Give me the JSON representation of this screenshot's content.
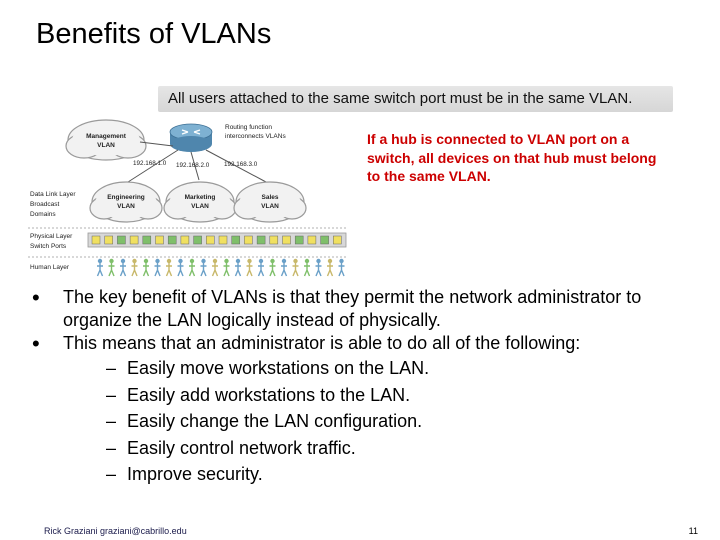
{
  "title": "Benefits of VLANs",
  "banner": "All users attached to the same switch port must be in the same VLAN.",
  "callout": "If a hub is connected to VLAN port on a switch, all devices on that hub must belong to the same VLAN.",
  "diagram": {
    "mgmt_vlan": [
      "Management",
      "VLAN"
    ],
    "router_note": [
      "Routing function",
      "interconnects VLANs"
    ],
    "subnets": [
      "192.168.1.0",
      "192.168.2.0",
      "192.168.3.0"
    ],
    "left_labels": [
      "Data Link Layer",
      "Broadcast",
      "Domains",
      "Physical Layer",
      "Switch Ports",
      "Human Layer"
    ],
    "vlans": [
      {
        "name": "Engineering",
        "sub": "VLAN"
      },
      {
        "name": "Marketing",
        "sub": "VLAN"
      },
      {
        "name": "Sales",
        "sub": "VLAN"
      }
    ]
  },
  "bullets": [
    "The key benefit of VLANs is that they permit the network administrator to organize the LAN logically instead of physically.",
    "This means that an administrator is able to do all of the following:"
  ],
  "subitems": [
    "Easily move workstations on the LAN.",
    "Easily add workstations to the LAN.",
    "Easily change the LAN configuration.",
    "Easily control network traffic.",
    "Improve security."
  ],
  "bullet_glyph": "•",
  "dash_glyph": "–",
  "footer": "Rick Graziani graziani@cabrillo.edu",
  "page_number": "11",
  "colors": {
    "callout": "#cc0000",
    "banner_bg": "#dedede",
    "router": "#5b8fb3",
    "port_yellow": "#f0e060",
    "port_green": "#7fbf6a"
  }
}
